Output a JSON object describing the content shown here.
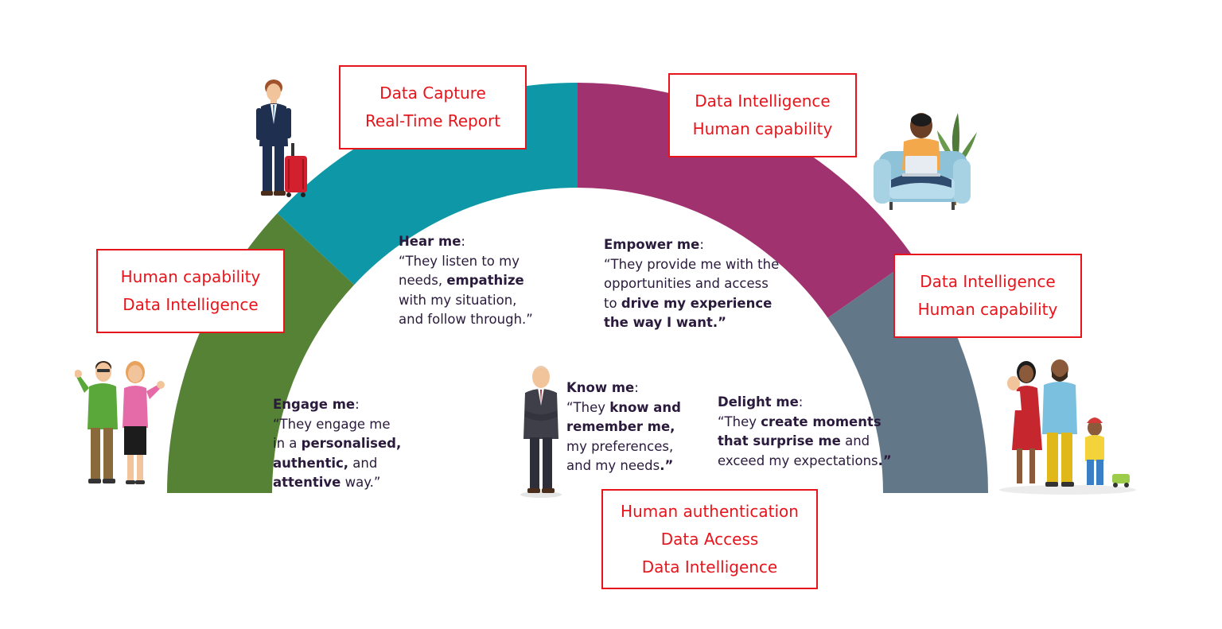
{
  "arc": {
    "segments": [
      {
        "id": "engage",
        "color": "#558235"
      },
      {
        "id": "hear",
        "color": "#0e97a6"
      },
      {
        "id": "empower",
        "color": "#a0336f"
      },
      {
        "id": "delight",
        "color": "#627889"
      }
    ]
  },
  "boxes": {
    "hear_capability": {
      "lines": [
        "Data Capture",
        "Real-Time Report"
      ]
    },
    "empower_capability": {
      "lines": [
        "Data Intelligence",
        "Human capability"
      ]
    },
    "engage_capability": {
      "lines": [
        "Human capability",
        "Data Intelligence"
      ]
    },
    "delight_capability": {
      "lines": [
        "Data Intelligence",
        "Human capability"
      ]
    },
    "know_capability": {
      "lines": [
        "Human authentication",
        "Data Access",
        "Data Intelligence"
      ]
    }
  },
  "quotes": {
    "hear": {
      "heading": "Hear me",
      "colon": ":",
      "l1": "“They listen to my",
      "l2a": "needs, ",
      "l2b": "empathize",
      "l3": "with my situation,",
      "l4": "and follow through.”"
    },
    "empower": {
      "heading": "Empower me",
      "colon": ":",
      "l1": "“They provide me with the",
      "l2": "opportunities and access",
      "l3a": "to ",
      "l3b": "drive my experience",
      "l4": "the way I want.”"
    },
    "engage": {
      "heading": "Engage me",
      "colon": ":",
      "l1": "“They engage me",
      "l2a": "in a ",
      "l2b": "personalised,",
      "l3a": "authentic,",
      "l3b": " and",
      "l4a": "attentive",
      "l4b": " way.”"
    },
    "know": {
      "heading": "Know me",
      "colon": ":",
      "l1a": "“They ",
      "l1b": "know and",
      "l2": "remember me,",
      "l3": "my preferences,",
      "l4a": "and my needs",
      "l4b": ".”"
    },
    "delight": {
      "heading": "Delight me",
      "colon": ":",
      "l1a": "“They ",
      "l1b": "create moments",
      "l2a": "that surprise me",
      "l2b": " and",
      "l3a": "exceed my expectations",
      "l3b": ".”"
    }
  },
  "illustrations": [
    {
      "id": "traveler",
      "icon": "businessman-with-suitcase-icon"
    },
    {
      "id": "sofa",
      "icon": "man-with-laptop-on-armchair-icon"
    },
    {
      "id": "couple",
      "icon": "waving-couple-icon"
    },
    {
      "id": "elder",
      "icon": "elderly-man-icon"
    },
    {
      "id": "family",
      "icon": "family-with-children-icon"
    }
  ]
}
